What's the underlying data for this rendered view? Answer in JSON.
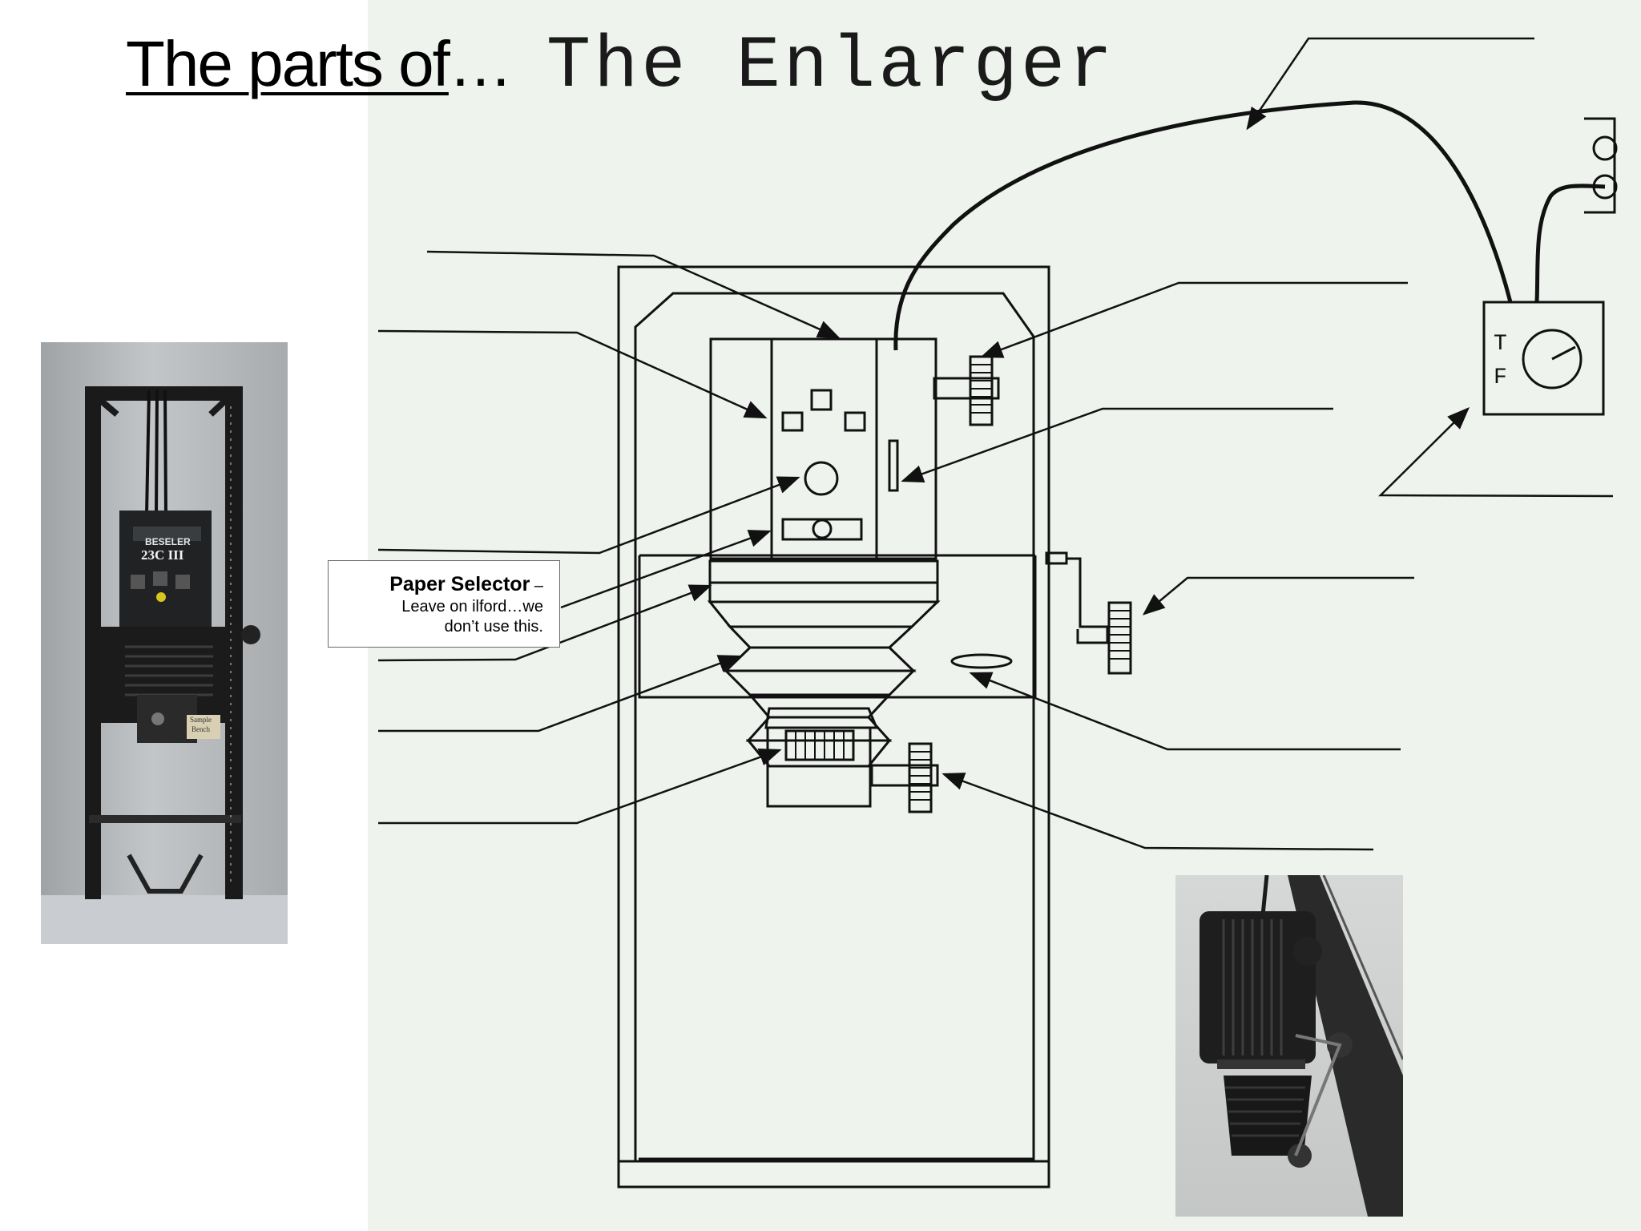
{
  "slide": {
    "title_part1": "The parts of",
    "title_part2": "…",
    "title_part3": "The Enlarger"
  },
  "diagram": {
    "timer_label_t": "T",
    "timer_label_f": "F"
  },
  "callout": {
    "heading": "Paper Selector",
    "dash": " –",
    "line1": "Leave on ilford…we",
    "line2": "don’t use this."
  },
  "photos": {
    "front_brand": "BESELER",
    "front_model": "23C III",
    "front_tag_line1": "Sample",
    "front_tag_line2": "Bench"
  },
  "colors": {
    "paper": "#eef3ee",
    "ink": "#111111",
    "background": "#ffffff"
  }
}
